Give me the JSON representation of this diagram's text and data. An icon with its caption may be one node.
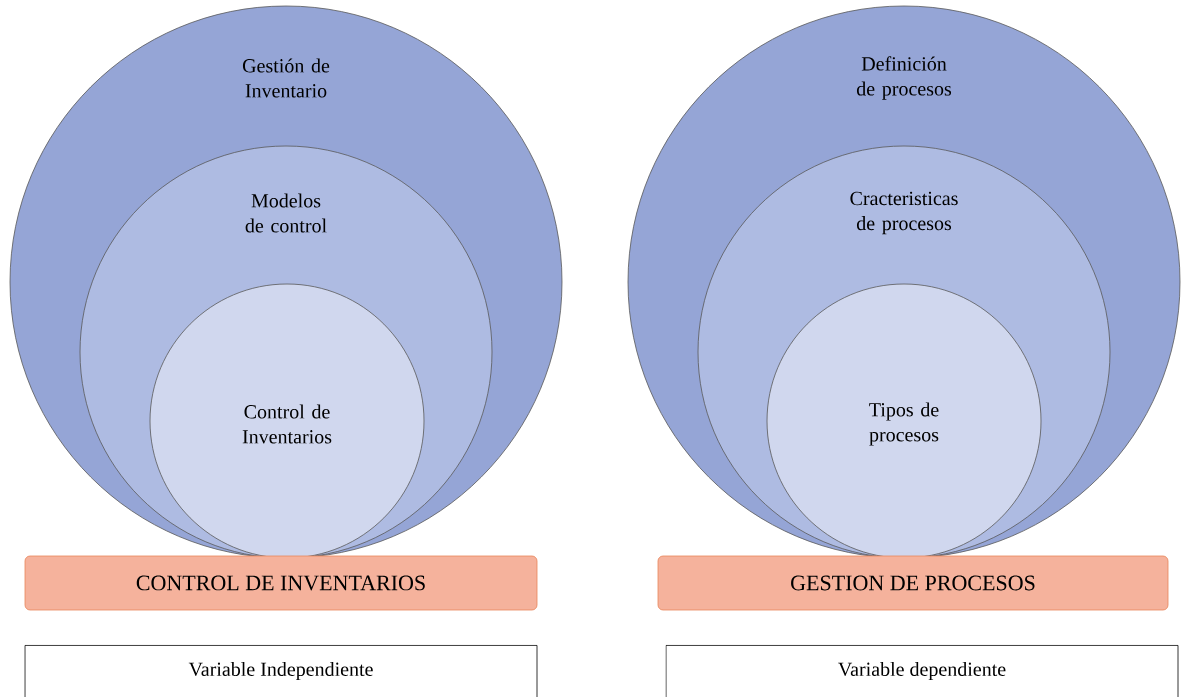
{
  "diagram": {
    "nodes": [
      {
        "text": [
          "Gestión de Inventario"
        ]
      },
      {
        "text": [
          "Modelos de control"
        ],
        "in": 0
      },
      {
        "text": [
          "Control de Inventarios"
        ],
        "in": 1
      },
      {
        "text": [
          "CONTROL DE INVENTARIOS"
        ]
      },
      {
        "text": [
          "Variable Independiente"
        ]
      },
      {
        "text": [
          "Definición de procesos"
        ]
      },
      {
        "text": [
          "Cracteristicas de procesos"
        ],
        "in": 5
      },
      {
        "text": [
          "Tipos de procesos"
        ],
        "in": 6
      },
      {
        "text": [
          "GESTION DE PROCESOS"
        ]
      },
      {
        "text": [
          "Variable dependiente"
        ]
      }
    ]
  }
}
